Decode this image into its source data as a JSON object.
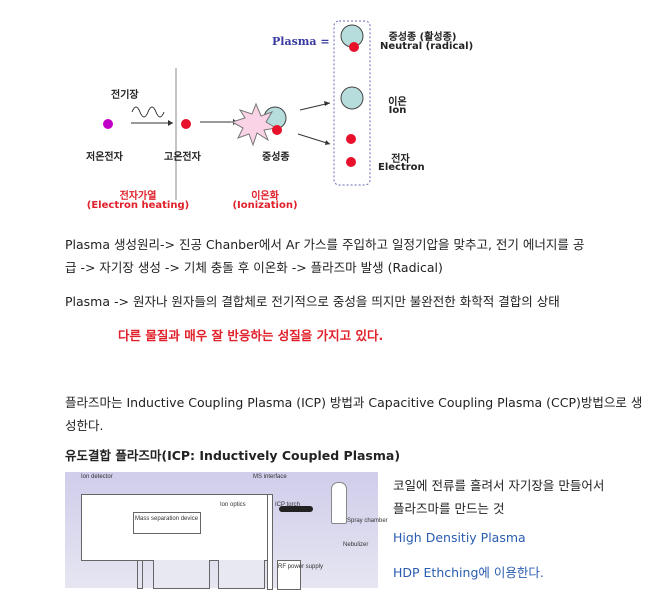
{
  "diagram": {
    "plasma_eq": "Plasma =",
    "field": "전기장",
    "cold_electron": "저온전자",
    "hot_electron": "고온전자",
    "neutral": "중성종",
    "heating_ko": "전자가열",
    "heating_en": "(Electron heating)",
    "ionization_ko": "이온화",
    "ionization_en": "(Ionization)",
    "neutral_ko": "중성종 (활성종)",
    "neutral_en": "Neutral (radical)",
    "ion_ko": "이온",
    "ion_en": "Ion",
    "electron_ko": "전자",
    "electron_en": "Electron"
  },
  "text": {
    "p1a": "Plasma 생성원리-> 진공 Chanber에서 Ar 가스를 주입하고 일정기압을 맞추고, 전기 에너지를 공",
    "p1b": "급 -> 자기장 생성 -> 기체 충돌 후 이온화 -> 플라즈마 발생 (Radical)",
    "p2": "Plasma -> 원자나 원자들의 결합체로 전기적으로 중성을 띄지만 불완전한 화학적 결합의 상태",
    "p3": "다른 물질과 매우 잘 반응하는 성질을 가지고 있다.",
    "p4a": "플라즈마는 Inductive Coupling Plasma (ICP) 방법과 Capacitive Coupling Plasma (CCP)방법으로 생",
    "p4b": "성한다.",
    "heading": "유도결합 플라즈마(ICP: Inductively Coupled Plasma)",
    "r1": "코일에 전류를 흘려서 자기장을 만들어서",
    "r2": "플라즈마를 만드는 것",
    "r3": "High Densitiy Plasma",
    "r4": "HDP Ethching에 이용한다."
  },
  "icp": {
    "ion_detector": "Ion detector",
    "ms_interface": "MS interface",
    "ion_optics": "Ion optics",
    "icp_torch": "ICP torch",
    "mass_sep": "Mass separation device",
    "spray": "Spray chamber",
    "nebulizer": "Nebulizer",
    "rf": "RF power supply"
  }
}
